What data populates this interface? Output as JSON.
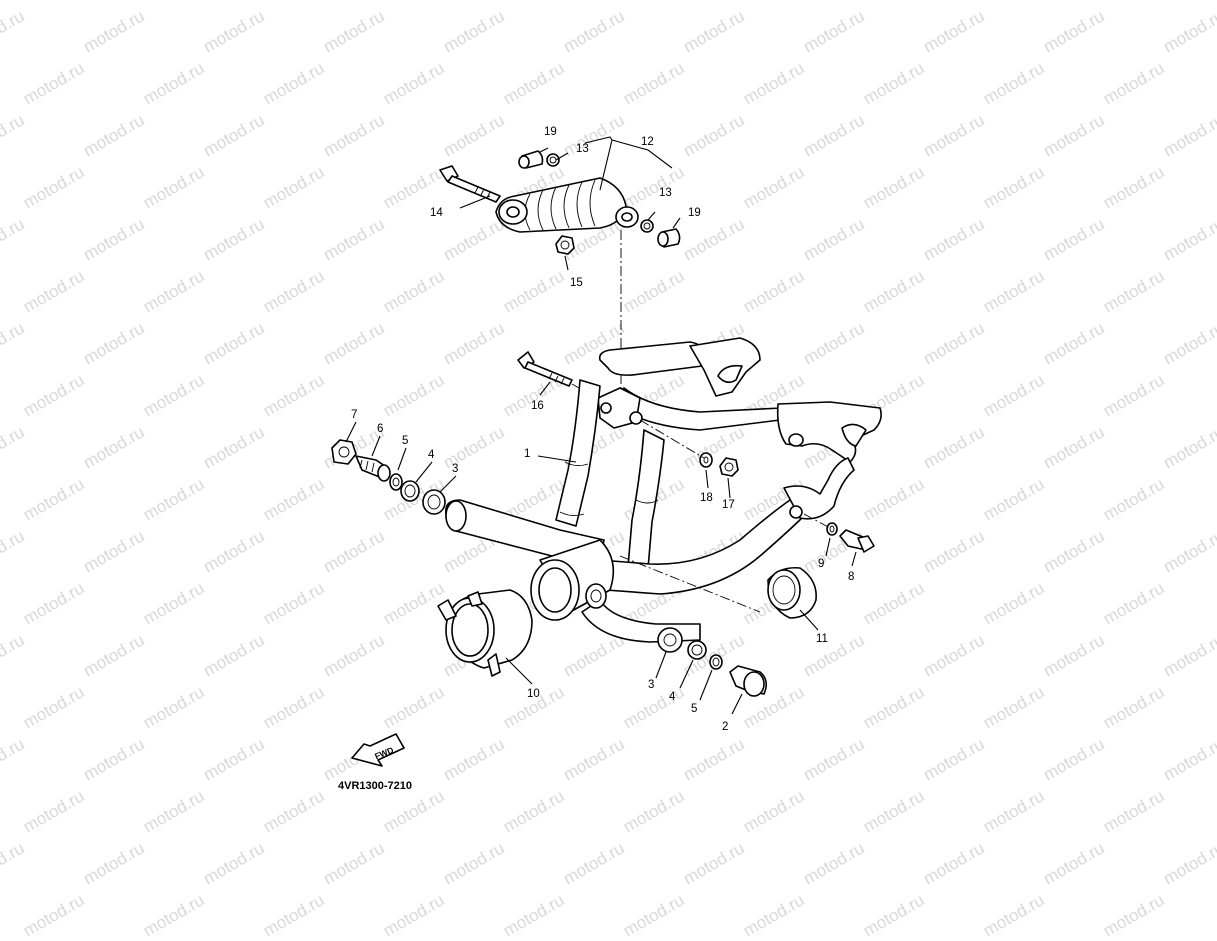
{
  "watermark": "motod.ru",
  "diagram_code": "4VR1300-7210",
  "fwd_label": "FWD",
  "callouts": {
    "p1": "1",
    "p2": "2",
    "p3a": "3",
    "p3b": "3",
    "p4a": "4",
    "p4b": "4",
    "p5a": "5",
    "p5b": "5",
    "p6": "6",
    "p7": "7",
    "p8": "8",
    "p9": "9",
    "p10": "10",
    "p11": "11",
    "p12": "12",
    "p13a": "13",
    "p13b": "13",
    "p14": "14",
    "p15": "15",
    "p16": "16",
    "p17": "17",
    "p18": "18",
    "p19a": "19",
    "p19b": "19"
  }
}
